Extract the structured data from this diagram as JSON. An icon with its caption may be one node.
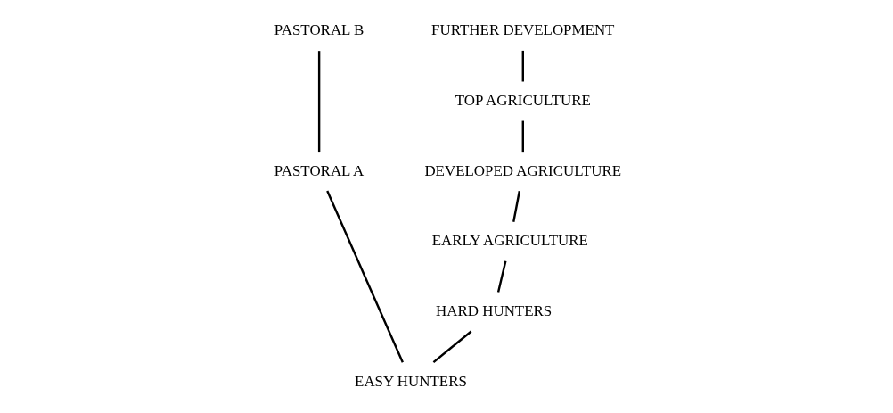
{
  "diagram": {
    "nodes": [
      {
        "text": [
          "PASTORAL B"
        ]
      },
      {
        "text": [
          "FURTHER DEVELOPMENT"
        ]
      },
      {
        "text": [
          "TOP AGRICULTURE"
        ]
      },
      {
        "text": [
          "PASTORAL A"
        ]
      },
      {
        "text": [
          "DEVELOPED AGRICULTURE"
        ]
      },
      {
        "text": [
          "EARLY AGRICULTURE"
        ]
      },
      {
        "text": [
          "HARD HUNTERS"
        ]
      },
      {
        "text": [
          "EASY HUNTERS"
        ]
      }
    ],
    "edges": [
      {
        "from": 7,
        "to": 3,
        "arrow": "none"
      },
      {
        "from": 3,
        "to": 0,
        "arrow": "none"
      },
      {
        "from": 7,
        "to": 6,
        "arrow": "none"
      },
      {
        "from": 6,
        "to": 5,
        "arrow": "none"
      },
      {
        "from": 5,
        "to": 4,
        "arrow": "none"
      },
      {
        "from": 4,
        "to": 2,
        "arrow": "none"
      },
      {
        "from": 2,
        "to": 1,
        "arrow": "none"
      }
    ]
  }
}
